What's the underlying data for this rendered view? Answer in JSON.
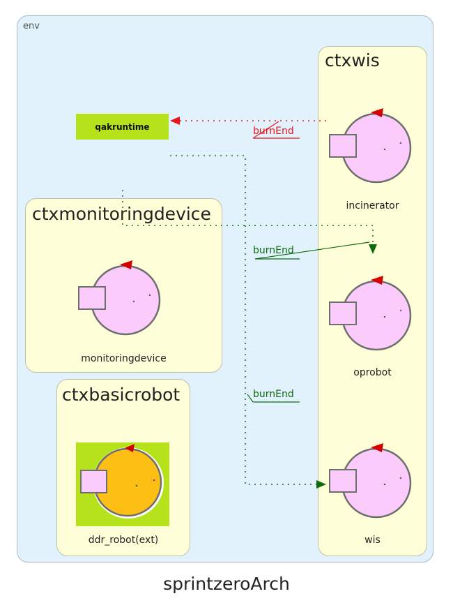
{
  "diagram": {
    "title": "sprintzeroArch",
    "env_label": "env",
    "runtime_box": "qakruntime",
    "contexts": {
      "ctxwis": "ctxwis",
      "ctxmonitoringdevice": "ctxmonitoringdevice",
      "ctxbasicrobot": "ctxbasicrobot"
    },
    "actors": {
      "incinerator": "incinerator",
      "oprobot": "oprobot",
      "wis": "wis",
      "monitoringdevice": "monitoringdevice",
      "ddr_robot": "ddr_robot(ext)"
    },
    "messages": {
      "m1": "burnEnd",
      "m2": "burnEnd",
      "m3": "burnEnd"
    },
    "colors": {
      "env_bg": "#e1f2fc",
      "ctx_bg": "#fefed8",
      "runtime_bg": "#b5e21b",
      "actor_pink": "#fbcbfb",
      "actor_orange": "#fdbf14",
      "event_red": "#e8141a",
      "dispatch_green": "#0d6b0d"
    }
  }
}
